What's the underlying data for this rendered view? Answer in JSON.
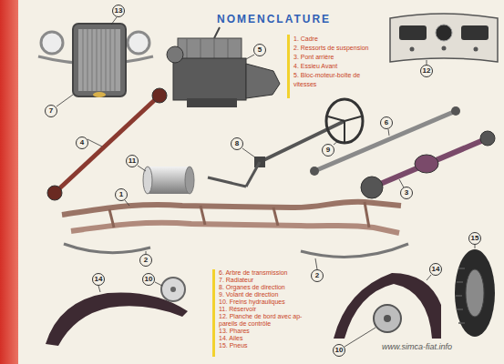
{
  "diagram": {
    "title": "NOMENCLATURE",
    "labels": [
      "1. Cadre",
      "2. Ressorts de suspension",
      "3. Pont arrière",
      "4. Essieu Avant",
      "5. Bloc-moteur-boîte de vitesses",
      "6. Arbre de transmission",
      "7. Radiateur",
      "8. Organes de direction",
      "9. Volant de direction",
      "10. Freins hydrauliques",
      "11. Réservoir",
      "12. Planche de bord avec ap- pareils de contrôle",
      "13. Phares",
      "14. Ailes",
      "15. Pneus",
      "13",
      "5",
      "12",
      "7",
      "4",
      "8",
      "9",
      "6",
      "11",
      "1",
      "3",
      "2",
      "2",
      "14",
      "10",
      "14",
      "10",
      "15",
      "www.simca-fiat.info"
    ]
  }
}
